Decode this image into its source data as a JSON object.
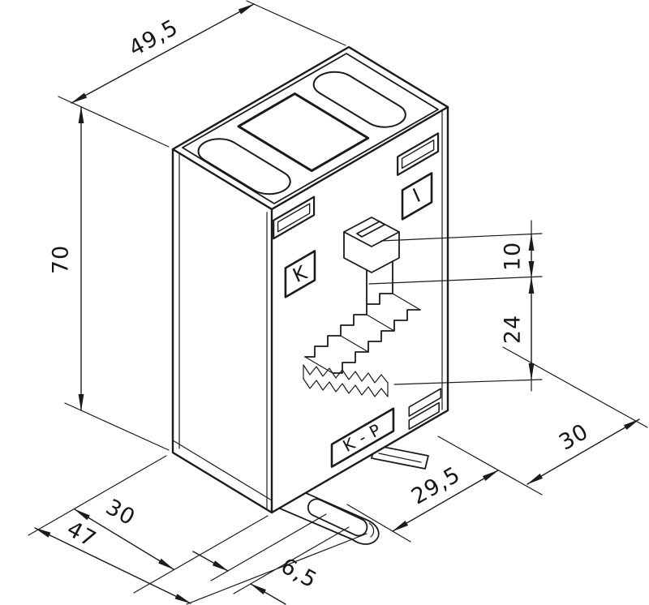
{
  "figure": {
    "colors": {
      "ink": "#1b1b1b",
      "paper": "#ffffff"
    }
  },
  "labels": {
    "terminal_k": "K",
    "terminal_i": "I",
    "terminal_kp": "K - P"
  },
  "dimensions": {
    "top_width": "49,5",
    "height": "70",
    "bottom_depth": "30",
    "bottom_total_depth": "47",
    "foot_slot_width": "6,5",
    "bottom_right_width": "29,5",
    "right_offset": "30",
    "terminal_top_offset": "10",
    "terminal_height": "24"
  }
}
